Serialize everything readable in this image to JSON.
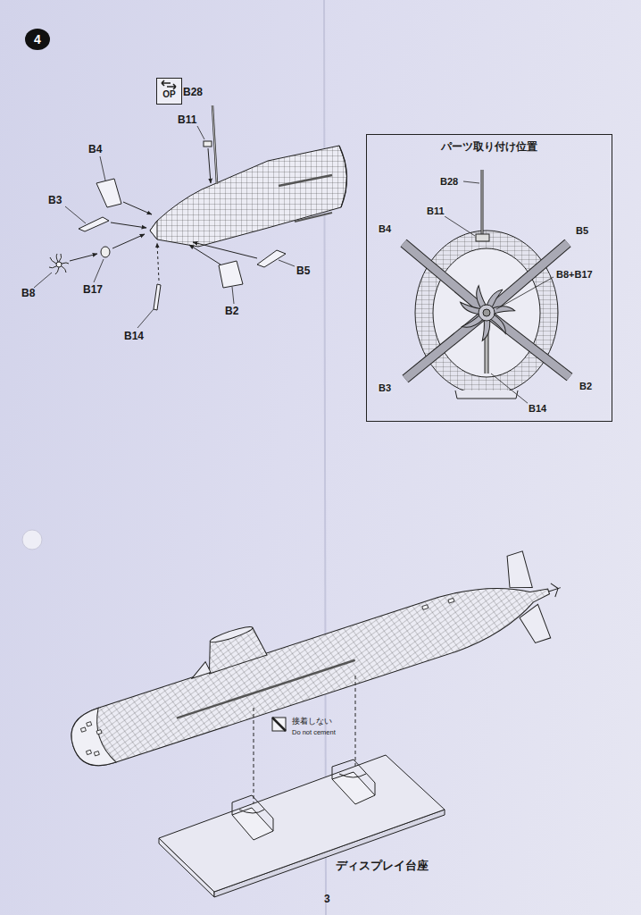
{
  "diagram": {
    "nodes": [
      {
        "text": [
          "4"
        ]
      },
      {
        "text": [
          "OP"
        ]
      },
      {
        "text": [
          "パーツ取り付け位置"
        ]
      }
    ],
    "edges": [],
    "labels": [
      "B28",
      "B11",
      "B4",
      "B3",
      "B8",
      "B17",
      "B14",
      "B2",
      "B5",
      "B28",
      "B11",
      "B4",
      "B5",
      "B8+B17",
      "B3",
      "B14",
      "B2",
      "接着しない",
      "Do not cement",
      "ディスプレイ台座",
      "3"
    ]
  }
}
